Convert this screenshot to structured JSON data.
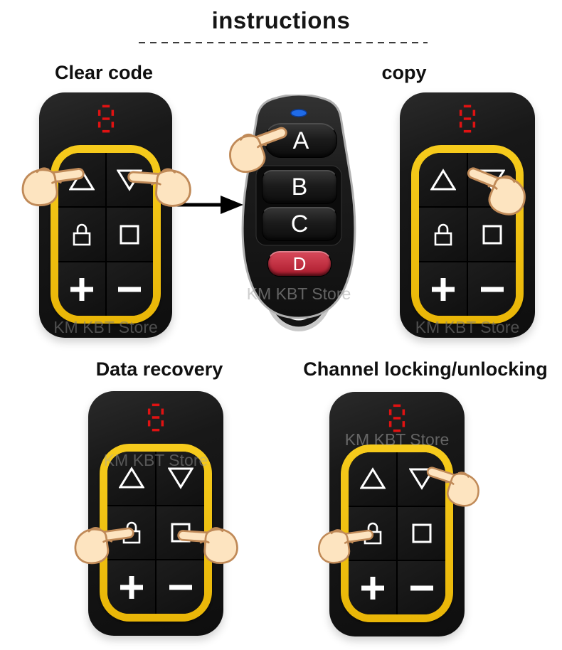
{
  "title": "instructions",
  "watermark": "KM KBT Store",
  "sections": [
    {
      "id": "clear-code",
      "label": "Clear code",
      "display_value": "8",
      "pressed_buttons": [
        "triangle-up",
        "triangle-down"
      ]
    },
    {
      "id": "copy",
      "label": "copy",
      "display_value": "8",
      "pressed_buttons": [
        "triangle-down"
      ]
    },
    {
      "id": "data-recovery",
      "label": "Data recovery",
      "display_value": "8",
      "pressed_buttons": [
        "lock",
        "stop-square"
      ]
    },
    {
      "id": "channel-locking",
      "label": "Channel locking/unlocking",
      "display_value": "8",
      "pressed_buttons": [
        "triangle-down",
        "lock"
      ]
    }
  ],
  "remote_buttons": [
    "triangle-up",
    "triangle-down",
    "lock",
    "stop-square",
    "plus",
    "minus"
  ],
  "fob": {
    "buttons": [
      "A",
      "B",
      "C",
      "D"
    ],
    "pressed_button": "A",
    "led": "blue"
  },
  "colors": {
    "accent_yellow": "#f2c411",
    "display_red": "#e01212",
    "d_button_red": "#c22334",
    "led_blue": "#1f6be8",
    "body_black": "#141414"
  }
}
